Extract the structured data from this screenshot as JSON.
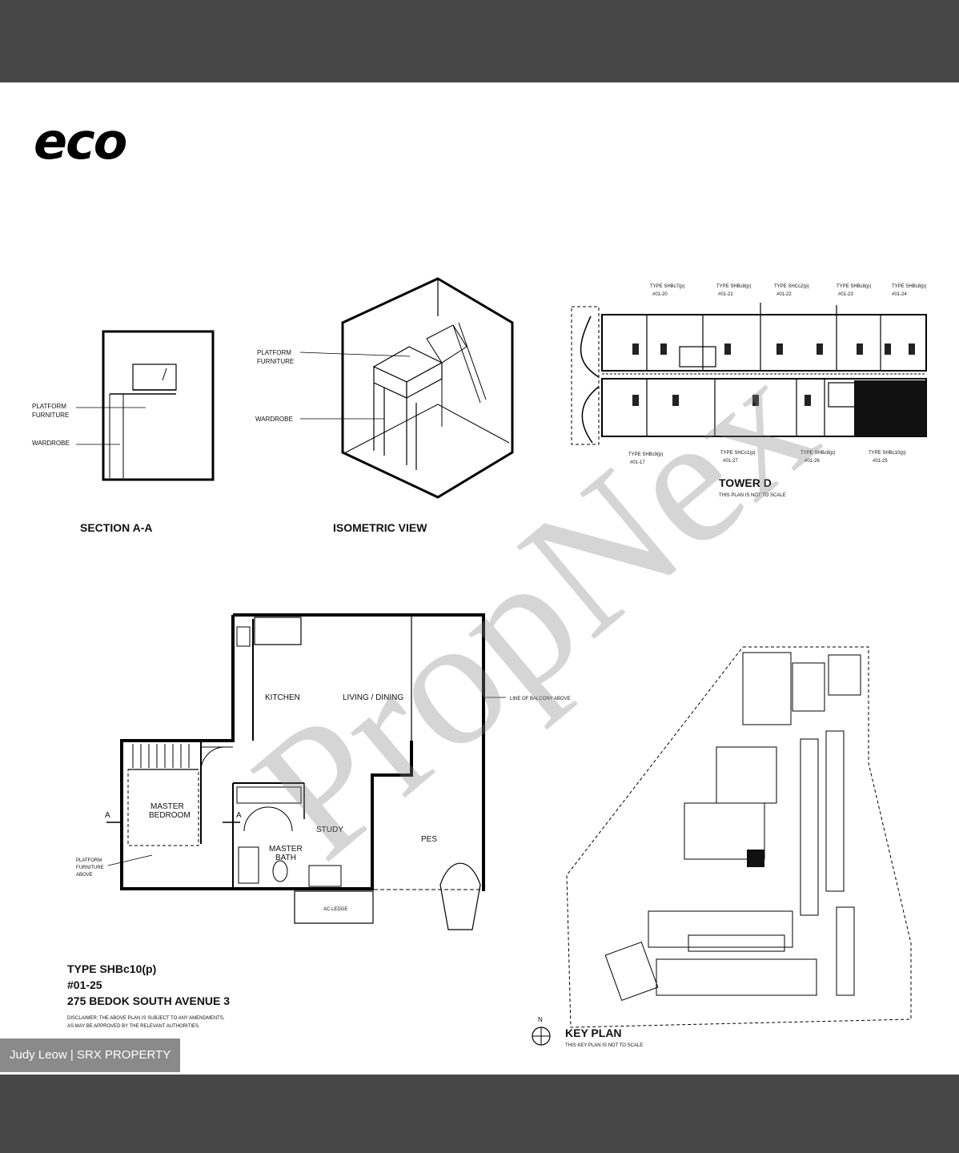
{
  "logo": {
    "text": "eco"
  },
  "section": {
    "title": "SECTION A-A",
    "platform_label": [
      "PLATFORM",
      "FURNITURE"
    ],
    "wardrobe_label": "WARDROBE"
  },
  "isometric": {
    "title": "ISOMETRIC VIEW",
    "platform_label": [
      "PLATFORM",
      "FURNITURE"
    ],
    "wardrobe_label": "WARDROBE"
  },
  "tower": {
    "title": "TOWER D",
    "note": "THIS PLAN IS NOT TO SCALE",
    "top_units": [
      {
        "type": "TYPE SHBc7(p)",
        "unit": "#01-20"
      },
      {
        "type": "TYPE SHBc8(p)",
        "unit": "#01-21"
      },
      {
        "type": "TYPE SHCc2(p)",
        "unit": "#01-22"
      },
      {
        "type": "TYPE SHBc8(p)",
        "unit": "#01-23"
      },
      {
        "type": "TYPE SHBc8(p)",
        "unit": "#01-24"
      }
    ],
    "bottom_units": [
      {
        "type": "TYPE SHBc9(p)",
        "unit": "#01-17"
      },
      {
        "type": "TYPE SHCc1(p)",
        "unit": "#01-27"
      },
      {
        "type": "TYPE SHBc8(p)",
        "unit": "#01-26"
      },
      {
        "type": "TYPE SHBc10(p)",
        "unit": "#01-25"
      }
    ]
  },
  "floorplan": {
    "rooms": {
      "kitchen": "KITCHEN",
      "living": "LIVING / DINING",
      "master_bedroom": [
        "MASTER",
        "BEDROOM"
      ],
      "study": "STUDY",
      "master_bath": [
        "MASTER",
        "BATH"
      ],
      "pes": "PES"
    },
    "balcony_note": "LINE OF BALCONY ABOVE",
    "platform_note": [
      "PLATFORM",
      "FURNITURE",
      "ABOVE"
    ],
    "ac_ledge": "AC LEDGE",
    "section_marker": "A"
  },
  "unit_info": {
    "type": "TYPE SHBc10(p)",
    "unit": "#01-25",
    "address": "275 BEDOK SOUTH AVENUE 3",
    "disclaimer": [
      "DISCLAIMER: THE ABOVE PLAN IS SUBJECT TO ANY AMENDMENTS,",
      "AS MAY BE APPROVED BY THE RELEVANT AUTHORITIES."
    ]
  },
  "key_plan": {
    "title": "KEY PLAN",
    "note": "THIS KEY PLAN IS NOT TO SCALE",
    "north": "N"
  },
  "watermark": "PropNex",
  "credit": "Judy Leow | SRX PROPERTY"
}
